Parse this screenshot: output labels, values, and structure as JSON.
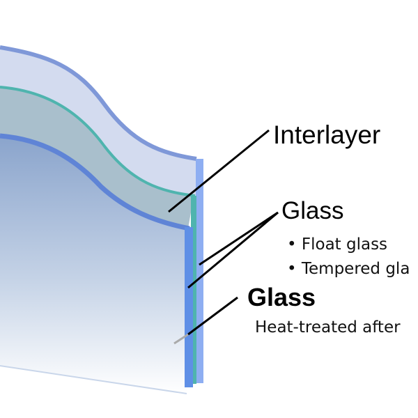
{
  "diagram": {
    "labels": {
      "interlayer": "Interlayer",
      "glass_top": "Glass",
      "bullet_1": "• Float glass",
      "bullet_2": "• Tempered gla",
      "glass_bottom": "Glass",
      "heat_treated": "Heat-treated after"
    },
    "colors": {
      "back_glass_face": "#d3dbef",
      "back_glass_edge": "#8eaef2",
      "interlayer_face": "#a9bfcc",
      "interlayer_edge": "#4fb4ae",
      "front_glass_top": "#8aa4cc",
      "front_glass_edge": "#5f8fe6",
      "leader_line": "#000000"
    }
  }
}
